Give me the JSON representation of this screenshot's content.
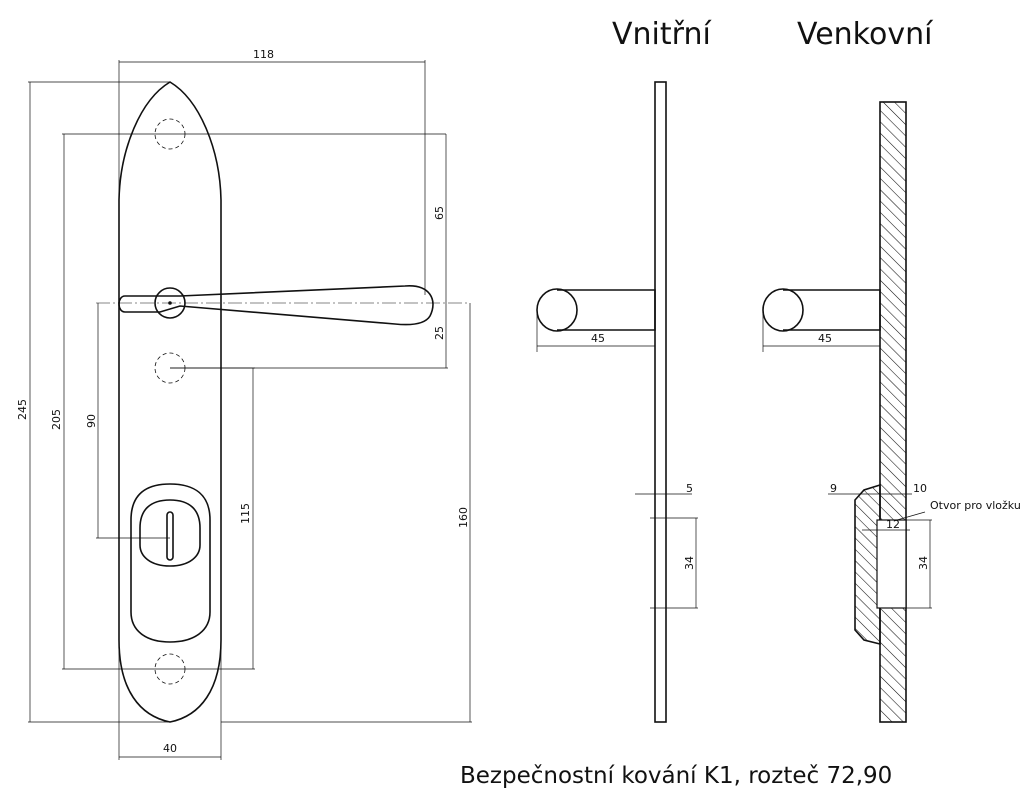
{
  "titles": {
    "inner": "Vnitřní",
    "outer": "Venkovní"
  },
  "caption": "Bezpečnostní kování K1, rozteč 72,90",
  "front_view": {
    "dims": {
      "width_top": "118",
      "height_total": "245",
      "hole_spacing": "205",
      "handle_to_top_hole": "65",
      "handle_to_lower_hole": "25",
      "handle_to_cylinder": "90",
      "cylinder_to_bottom_hole": "115",
      "handle_to_bottom": "160",
      "plate_width": "40"
    }
  },
  "inner_side_view": {
    "dims": {
      "handle_length": "45",
      "plate_thickness": "5",
      "cylinder_height": "34"
    }
  },
  "outer_side_view": {
    "dims": {
      "handle_length": "45",
      "shield_offset": "9",
      "plate_thickness": "10",
      "cylinder_depth": "12",
      "cylinder_height": "34"
    },
    "note": "Otvor pro vložku"
  }
}
